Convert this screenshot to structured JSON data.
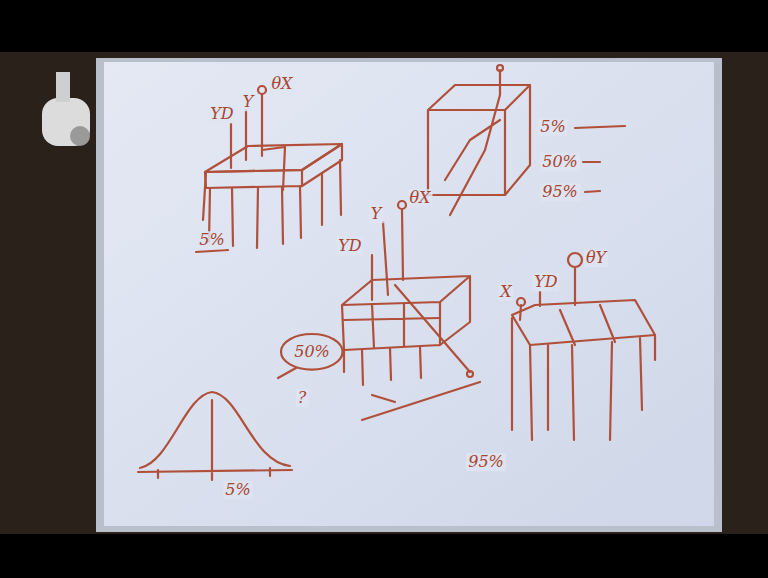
{
  "diagram": {
    "nodes": [
      {
        "text": [
          "50%"
        ]
      }
    ],
    "labels": [
      "Y",
      "θX",
      "YD",
      "5%",
      "5%",
      "50%",
      "95%",
      "Y",
      "θX",
      "YD",
      "?",
      "X",
      "YD",
      "θY",
      "95%",
      "5%"
    ]
  }
}
